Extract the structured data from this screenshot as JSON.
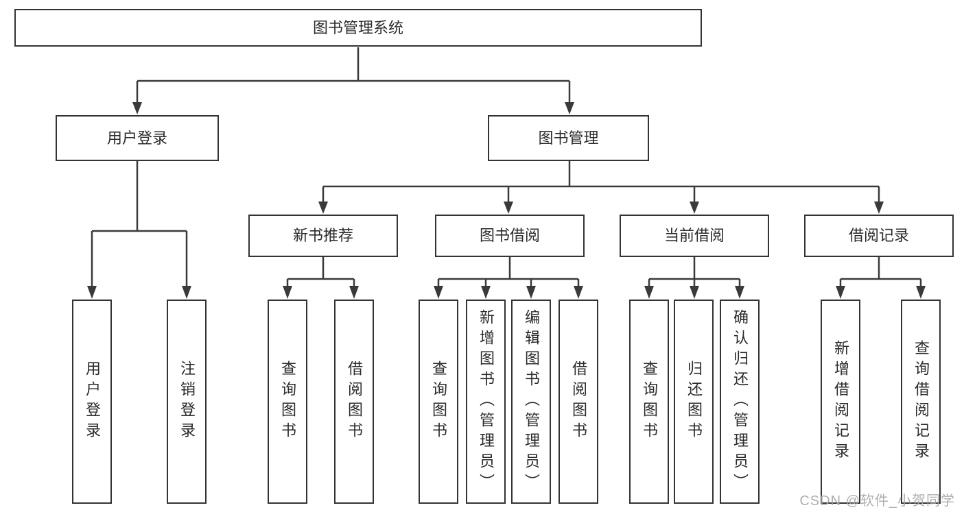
{
  "diagram_title": "图书管理系统",
  "tree": {
    "root": {
      "label": "图书管理系统"
    },
    "branches": [
      {
        "label": "用户登录",
        "children": [
          {
            "label": "用户登录"
          },
          {
            "label": "注销登录"
          }
        ]
      },
      {
        "label": "图书管理",
        "groups": [
          {
            "label": "新书推荐",
            "children": [
              {
                "label": "查询图书"
              },
              {
                "label": "借阅图书"
              }
            ]
          },
          {
            "label": "图书借阅",
            "children": [
              {
                "label": "查询图书"
              },
              {
                "label": "新增图书（管理员）"
              },
              {
                "label": "编辑图书（管理员）"
              },
              {
                "label": "借阅图书"
              }
            ]
          },
          {
            "label": "当前借阅",
            "children": [
              {
                "label": "查询图书"
              },
              {
                "label": "归还图书"
              },
              {
                "label": "确认归还（管理员）"
              }
            ]
          },
          {
            "label": "借阅记录",
            "children": [
              {
                "label": "新增借阅记录"
              },
              {
                "label": "查询借阅记录"
              }
            ]
          }
        ]
      }
    ]
  },
  "watermark": {
    "text": "CSDN @软件_小贺同学"
  },
  "colors": {
    "line": "#3a3a3a",
    "border": "#333333",
    "box_bg": "#ffffff",
    "text": "#2b2b2b",
    "watermark": "#a5a5a5",
    "background": "#ffffff"
  }
}
